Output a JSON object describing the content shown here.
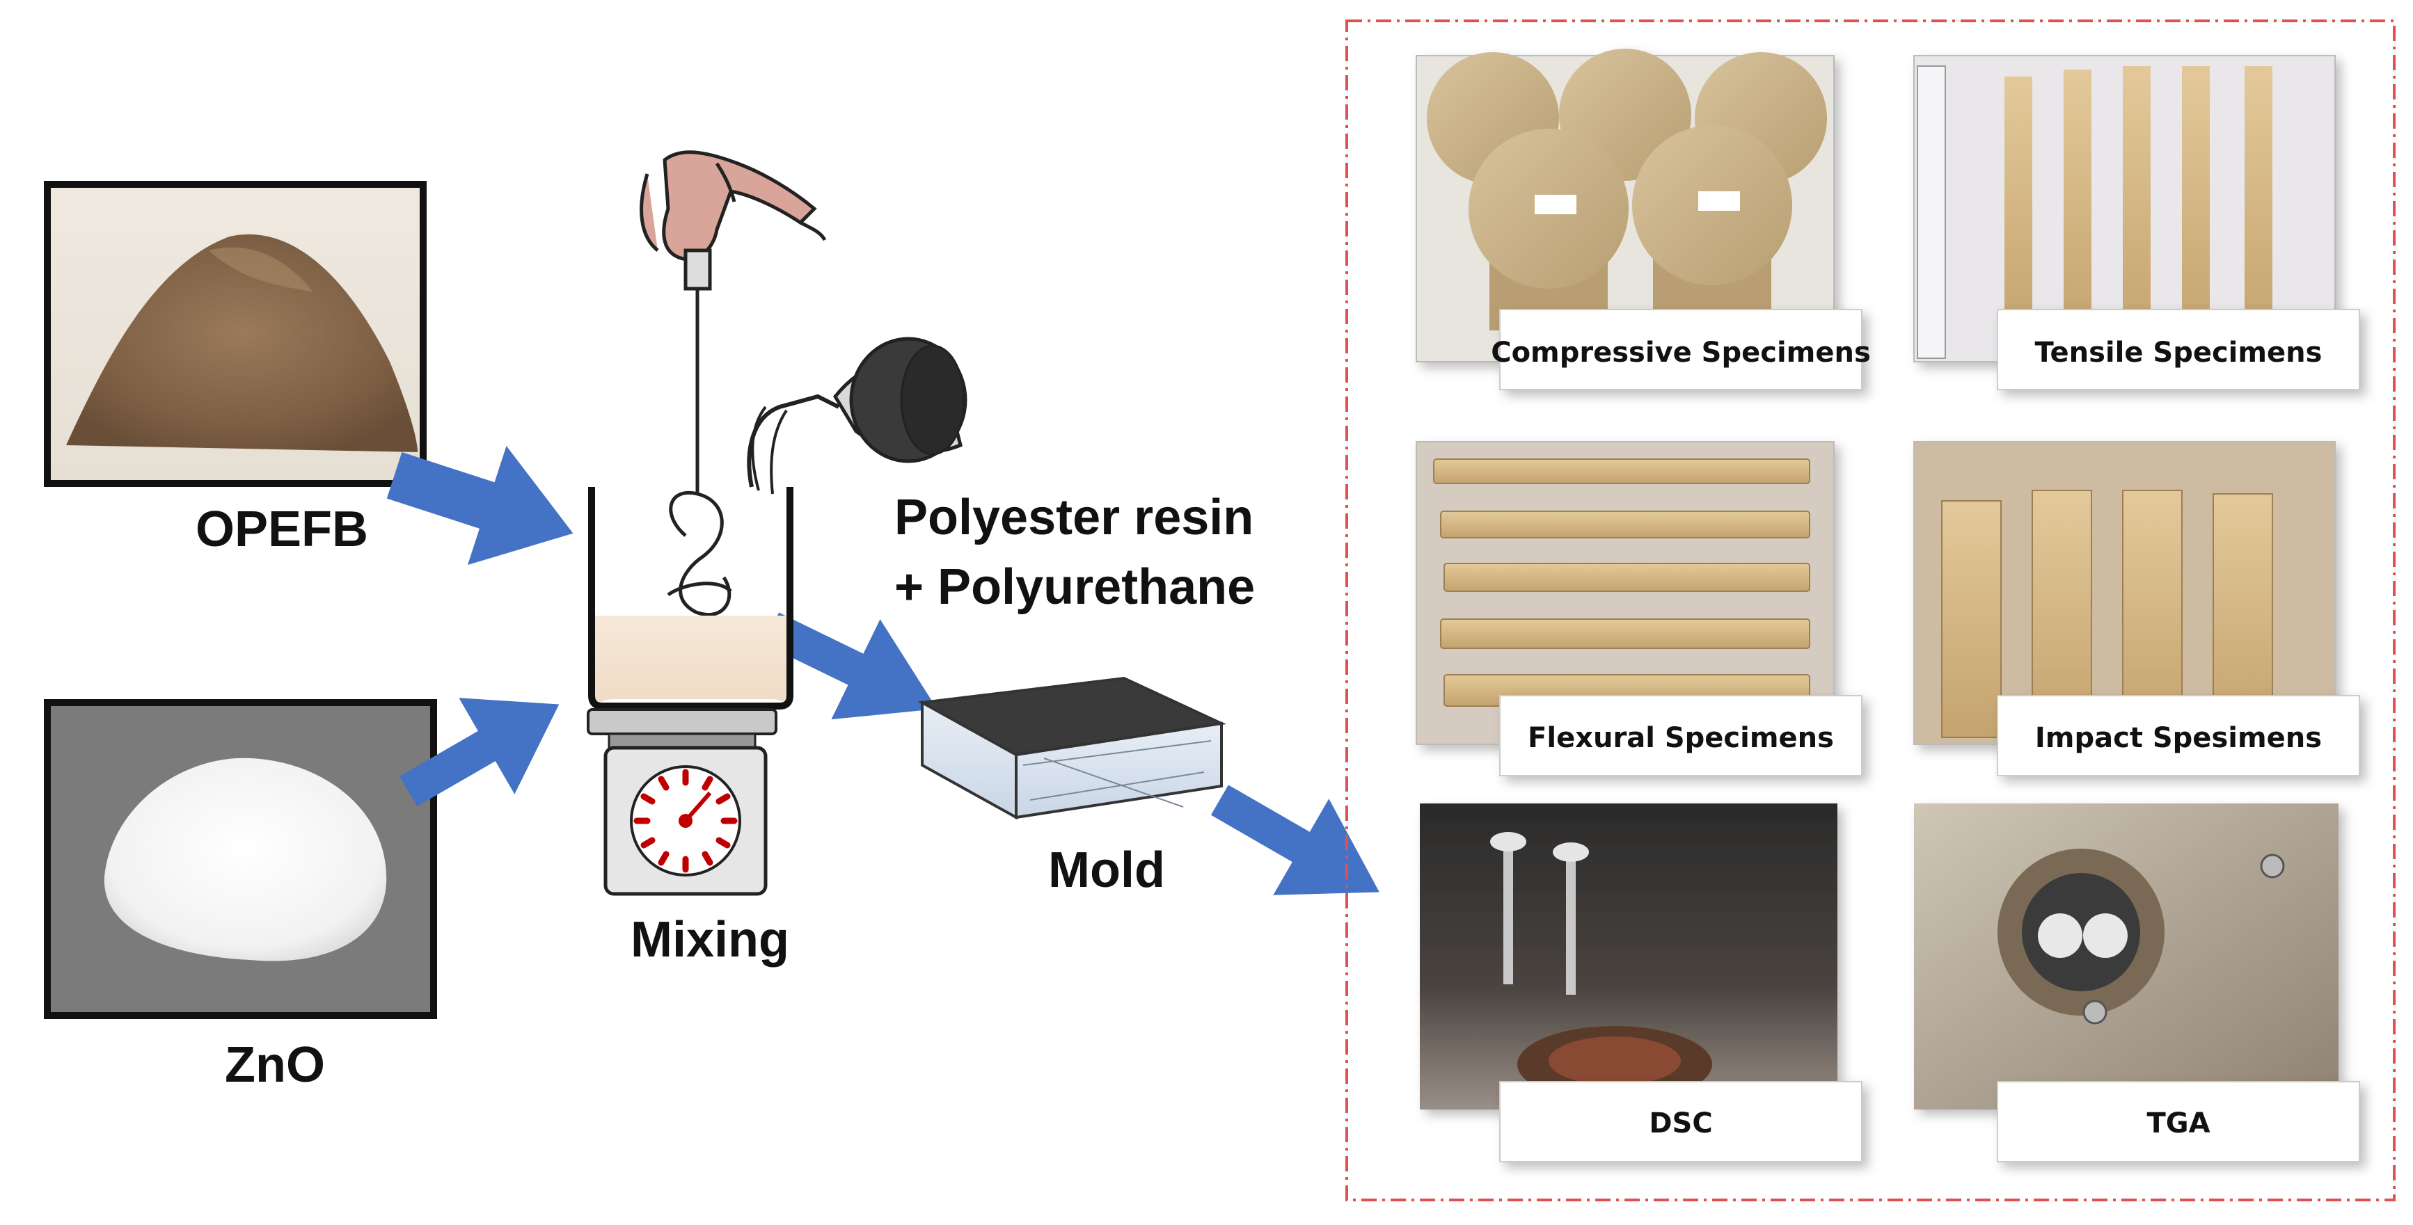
{
  "inputs": {
    "opefb_label": "OPEFB",
    "zno_label": "ZnO",
    "resin_label_line1": "Polyester resin",
    "resin_label_line2": "+ Polyurethane"
  },
  "process": {
    "mixing_label": "Mixing",
    "mold_label": "Mold"
  },
  "specimens": {
    "compressive": "Compressive Specimens",
    "tensile": "Tensile Specimens",
    "flexural": "Flexural Specimens",
    "impact": "Impact Spesimens",
    "dsc": "DSC",
    "tga": "TGA"
  },
  "colors": {
    "arrow": "#4472c4",
    "panel_border": "#e05050"
  }
}
